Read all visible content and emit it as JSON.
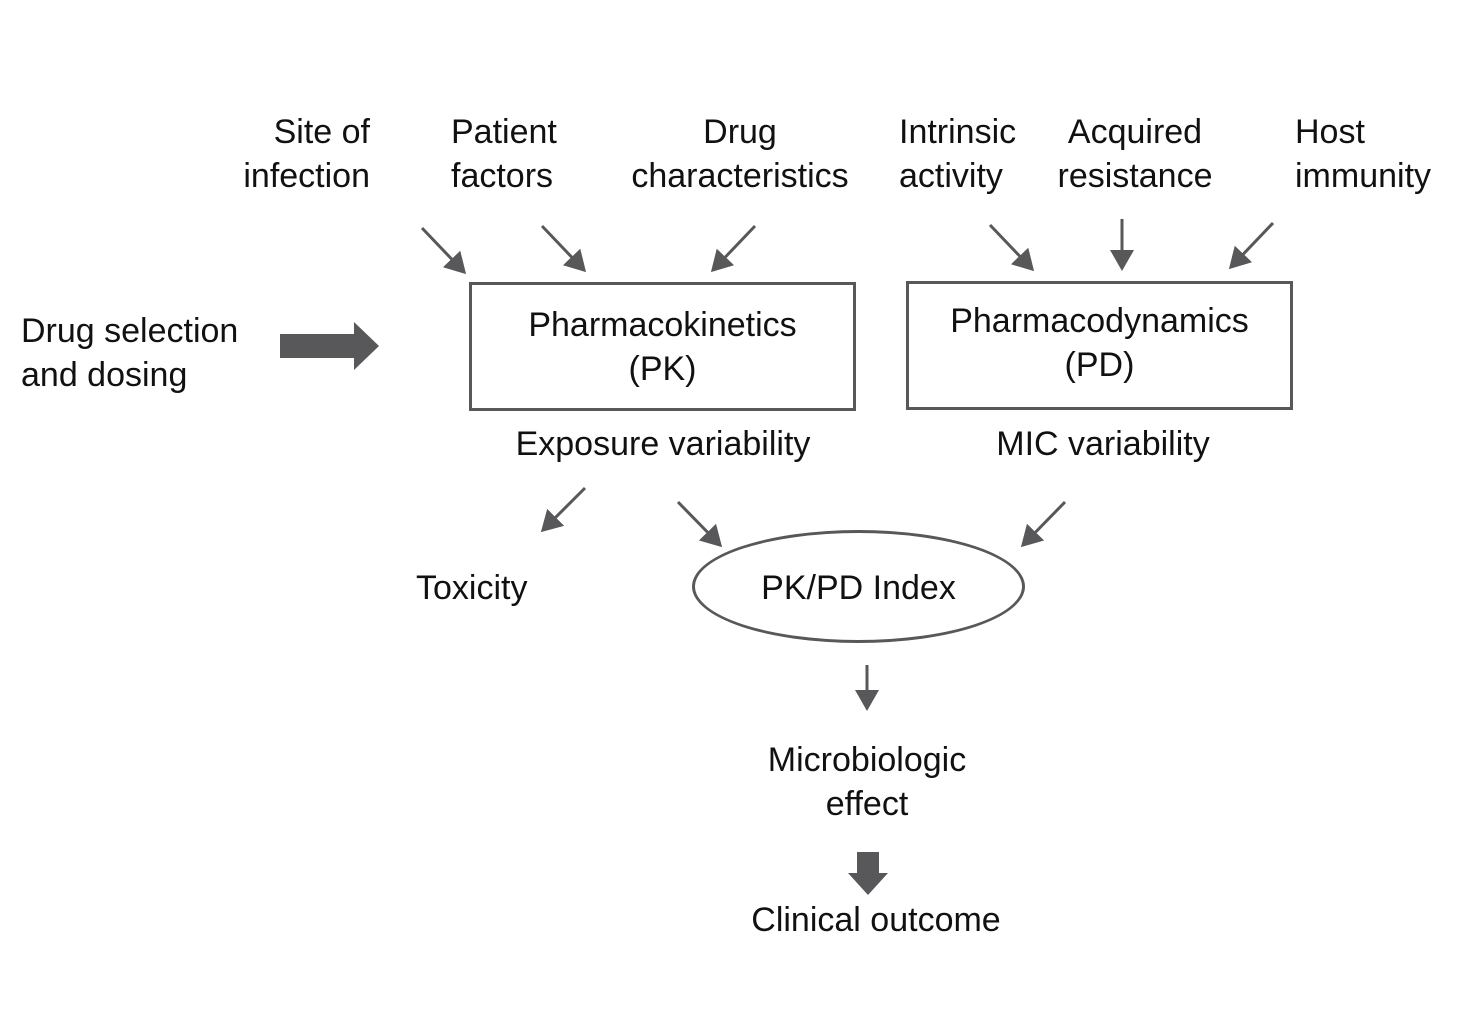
{
  "top_factors": {
    "site_of_infection": [
      "Site of",
      "infection"
    ],
    "patient_factors": [
      "Patient",
      "factors"
    ],
    "drug_characteristics": [
      "Drug",
      "characteristics"
    ],
    "intrinsic_activity": [
      "Intrinsic",
      "activity"
    ],
    "acquired_resistance": [
      "Acquired",
      "resistance"
    ],
    "host_immunity": [
      "Host",
      "immunity"
    ]
  },
  "input": [
    "Drug selection",
    "and dosing"
  ],
  "pk_box": [
    "Pharmacokinetics",
    "(PK)"
  ],
  "pd_box": [
    "Pharmacodynamics",
    "(PD)"
  ],
  "exposure_variability": "Exposure variability",
  "mic_variability": "MIC variability",
  "toxicity": "Toxicity",
  "pkpd_index": "PK/PD Index",
  "microbiologic_effect": [
    "Microbiologic",
    "effect"
  ],
  "clinical_outcome": "Clinical outcome",
  "colors": {
    "arrow": "#58585a",
    "border": "#58585a",
    "text": "#111111"
  }
}
